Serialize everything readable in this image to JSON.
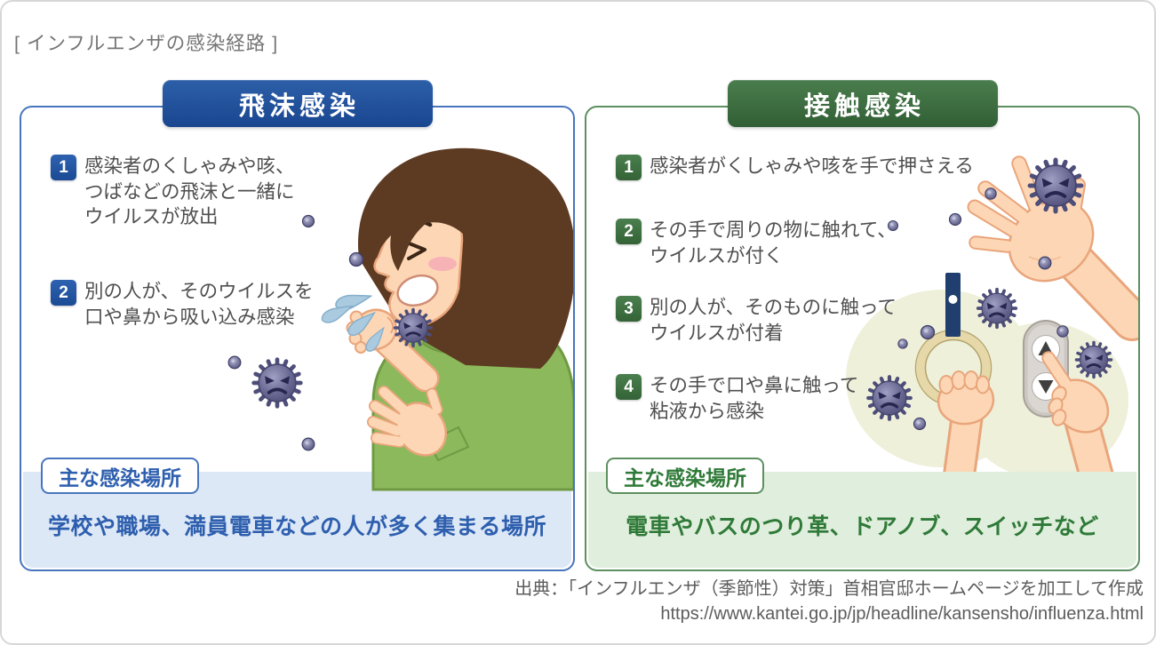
{
  "page_title": "[ インフルエンザの感染経路 ]",
  "colors": {
    "droplet_header_blue": "#1d4e9a",
    "droplet_border_blue": "#4875bd",
    "droplet_strip_bg": "#dde8f7",
    "droplet_text_blue": "#2e5fae",
    "contact_header_green": "#3c7040",
    "contact_border_green": "#5d8f60",
    "contact_strip_bg": "#e0eedd",
    "contact_text_green": "#2f7a38",
    "virus_purple": "#50507e",
    "skin": "#fdd7b5"
  },
  "droplet_panel": {
    "header": "飛沫感染",
    "steps": [
      {
        "num": "1",
        "lines": [
          "感染者のくしゃみや咳、",
          "つばなどの飛沫と一緒に",
          "ウイルスが放出"
        ]
      },
      {
        "num": "2",
        "lines": [
          "別の人が、そのウイルスを",
          "口や鼻から吸い込み感染"
        ]
      }
    ],
    "place_label": "主な感染場所",
    "place_text": "学校や職場、満員電車などの人が多く集まる場所"
  },
  "contact_panel": {
    "header": "接触感染",
    "steps": [
      {
        "num": "1",
        "lines": [
          "感染者がくしゃみや咳を手で押さえる"
        ]
      },
      {
        "num": "2",
        "lines": [
          "その手で周りの物に触れて、",
          "ウイルスが付く"
        ]
      },
      {
        "num": "3",
        "lines": [
          "別の人が、そのものに触って",
          "ウイルスが付着"
        ]
      },
      {
        "num": "4",
        "lines": [
          "その手で口や鼻に触って",
          "粘液から感染"
        ]
      }
    ],
    "place_label": "主な感染場所",
    "place_text": "電車やバスのつり革、ドアノブ、スイッチなど"
  },
  "footer": {
    "source_line": "出典：「インフルエンザ（季節性）対策」首相官邸ホームページを加工して作成",
    "url_line": "https://www.kantei.go.jp/jp/headline/kansensho/influenza.html"
  }
}
